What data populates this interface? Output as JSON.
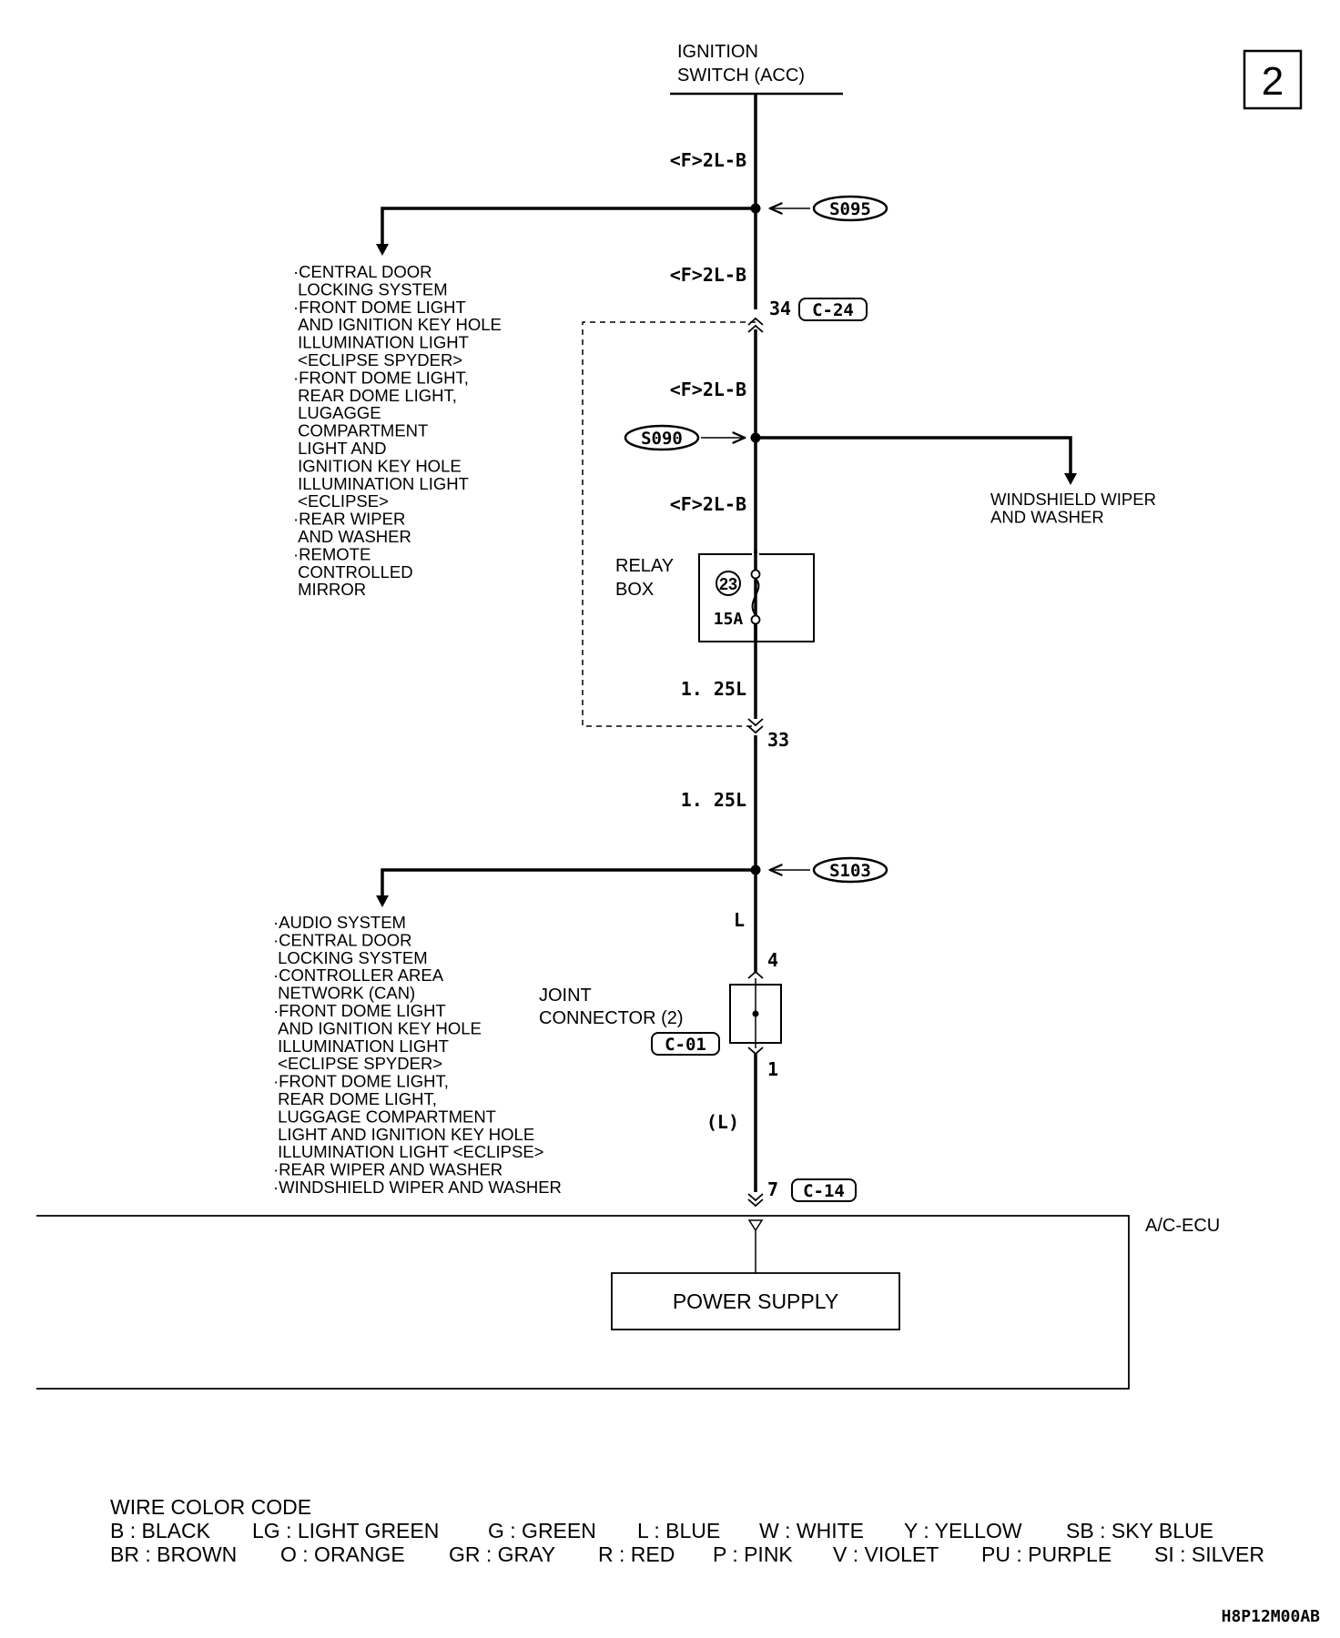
{
  "page_number": "2",
  "source": {
    "line1": "IGNITION",
    "line2": "SWITCH (ACC)"
  },
  "wires": {
    "w1": "<F>2L-B",
    "w2": "<F>2L-B",
    "w3": "<F>2L-B",
    "w4": "<F>2L-B",
    "w5": "1. 25L",
    "w6": "1. 25L",
    "w7": "L",
    "w8": "(L)"
  },
  "splices": {
    "s095": "S095",
    "s090": "S090",
    "s103": "S103"
  },
  "connectors": {
    "c24_pin": "34",
    "c24": "C-24",
    "c24_pin2": "33",
    "c01_pin_top": "4",
    "c01_pin_bottom": "1",
    "c01": "C-01",
    "c14_pin": "7",
    "c14": "C-14"
  },
  "relay_box": {
    "line1": "RELAY",
    "line2": "BOX",
    "fuse_no": "23",
    "fuse_rating": "15A"
  },
  "joint_connector": {
    "line1": "JOINT",
    "line2": "CONNECTOR (2)"
  },
  "branch_top_left": [
    "·CENTRAL DOOR",
    " LOCKING SYSTEM",
    "·FRONT DOME LIGHT",
    " AND IGNITION KEY HOLE",
    " ILLUMINATION LIGHT",
    " <ECLIPSE SPYDER>",
    "·FRONT DOME LIGHT,",
    " REAR DOME LIGHT,",
    " LUGAGGE",
    " COMPARTMENT",
    " LIGHT AND",
    " IGNITION KEY HOLE",
    " ILLUMINATION LIGHT",
    " <ECLIPSE>",
    "·REAR WIPER",
    " AND WASHER",
    "·REMOTE",
    " CONTROLLED",
    " MIRROR"
  ],
  "branch_right": [
    "WINDSHIELD WIPER",
    "AND WASHER"
  ],
  "branch_bottom_left": [
    "·AUDIO SYSTEM",
    "·CENTRAL DOOR",
    " LOCKING SYSTEM",
    "·CONTROLLER AREA",
    " NETWORK (CAN)",
    "·FRONT DOME LIGHT",
    " AND IGNITION KEY HOLE",
    " ILLUMINATION LIGHT",
    " <ECLIPSE SPYDER>",
    "·FRONT DOME LIGHT,",
    " REAR DOME LIGHT,",
    " LUGGAGE COMPARTMENT",
    " LIGHT AND IGNITION KEY HOLE",
    " ILLUMINATION LIGHT <ECLIPSE>",
    "·REAR WIPER AND WASHER",
    "·WINDSHIELD WIPER  AND WASHER"
  ],
  "ecu": {
    "name": "A/C-ECU",
    "block": "POWER SUPPLY"
  },
  "legend": {
    "title": "WIRE COLOR CODE",
    "row1": [
      "B : BLACK",
      "LG : LIGHT GREEN",
      "G : GREEN",
      "L : BLUE",
      "W : WHITE",
      "Y : YELLOW",
      "SB : SKY BLUE"
    ],
    "row2": [
      "BR : BROWN",
      "O : ORANGE",
      "GR : GRAY",
      "R : RED",
      "P : PINK",
      "V : VIOLET",
      "PU : PURPLE",
      "SI : SILVER"
    ]
  },
  "figure_code": "H8P12M00AB"
}
